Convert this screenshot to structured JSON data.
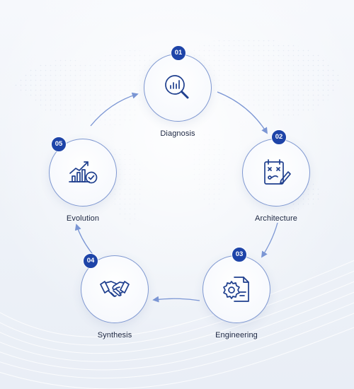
{
  "steps": [
    {
      "number": "01",
      "label": "Diagnosis"
    },
    {
      "number": "02",
      "label": "Architecture"
    },
    {
      "number": "03",
      "label": "Engineering"
    },
    {
      "number": "04",
      "label": "Synthesis"
    },
    {
      "number": "05",
      "label": "Evolution"
    }
  ],
  "colors": {
    "badge": "#1e44a8",
    "icon": "#1f3f8e",
    "ring": "#7f98d1",
    "arrow": "#7b96d4",
    "text": "#1b2540"
  },
  "icons": [
    "magnifier-chart-icon",
    "strategy-board-icon",
    "gear-document-icon",
    "handshake-icon",
    "growth-chart-icon"
  ]
}
